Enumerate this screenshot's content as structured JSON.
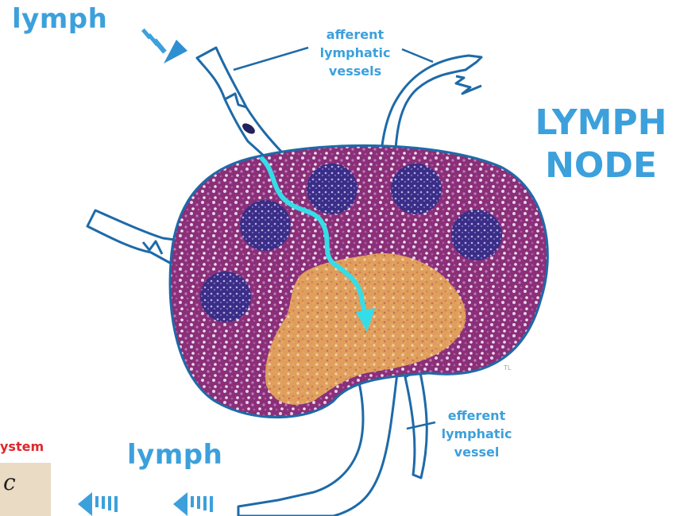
{
  "labels": {
    "lymph_top": "lymph",
    "lymph_bottom": "lymph",
    "afferent": [
      "afferent",
      "lymphatic",
      "vessels"
    ],
    "efferent": [
      "efferent",
      "lymphatic",
      "vessel"
    ],
    "title": [
      "LYMPH",
      "NODE"
    ],
    "system_fragment": "ystem",
    "card_glyph": "c",
    "signature": "TL"
  },
  "colors": {
    "label_blue": "#3ca0dc",
    "vessel_outline": "#1e6aa8",
    "node_fill": "#8a2f78",
    "medulla": "#e3a45a",
    "follicle": "#3a2d86",
    "flow_arrow": "#35dde6",
    "system_red": "#e0262b",
    "card_bg": "#eadbc4"
  },
  "icons": [
    "incoming-lymph-arrow-icon",
    "outgoing-lymph-arrow-icon",
    "lymph-flow-arrow-icon"
  ]
}
